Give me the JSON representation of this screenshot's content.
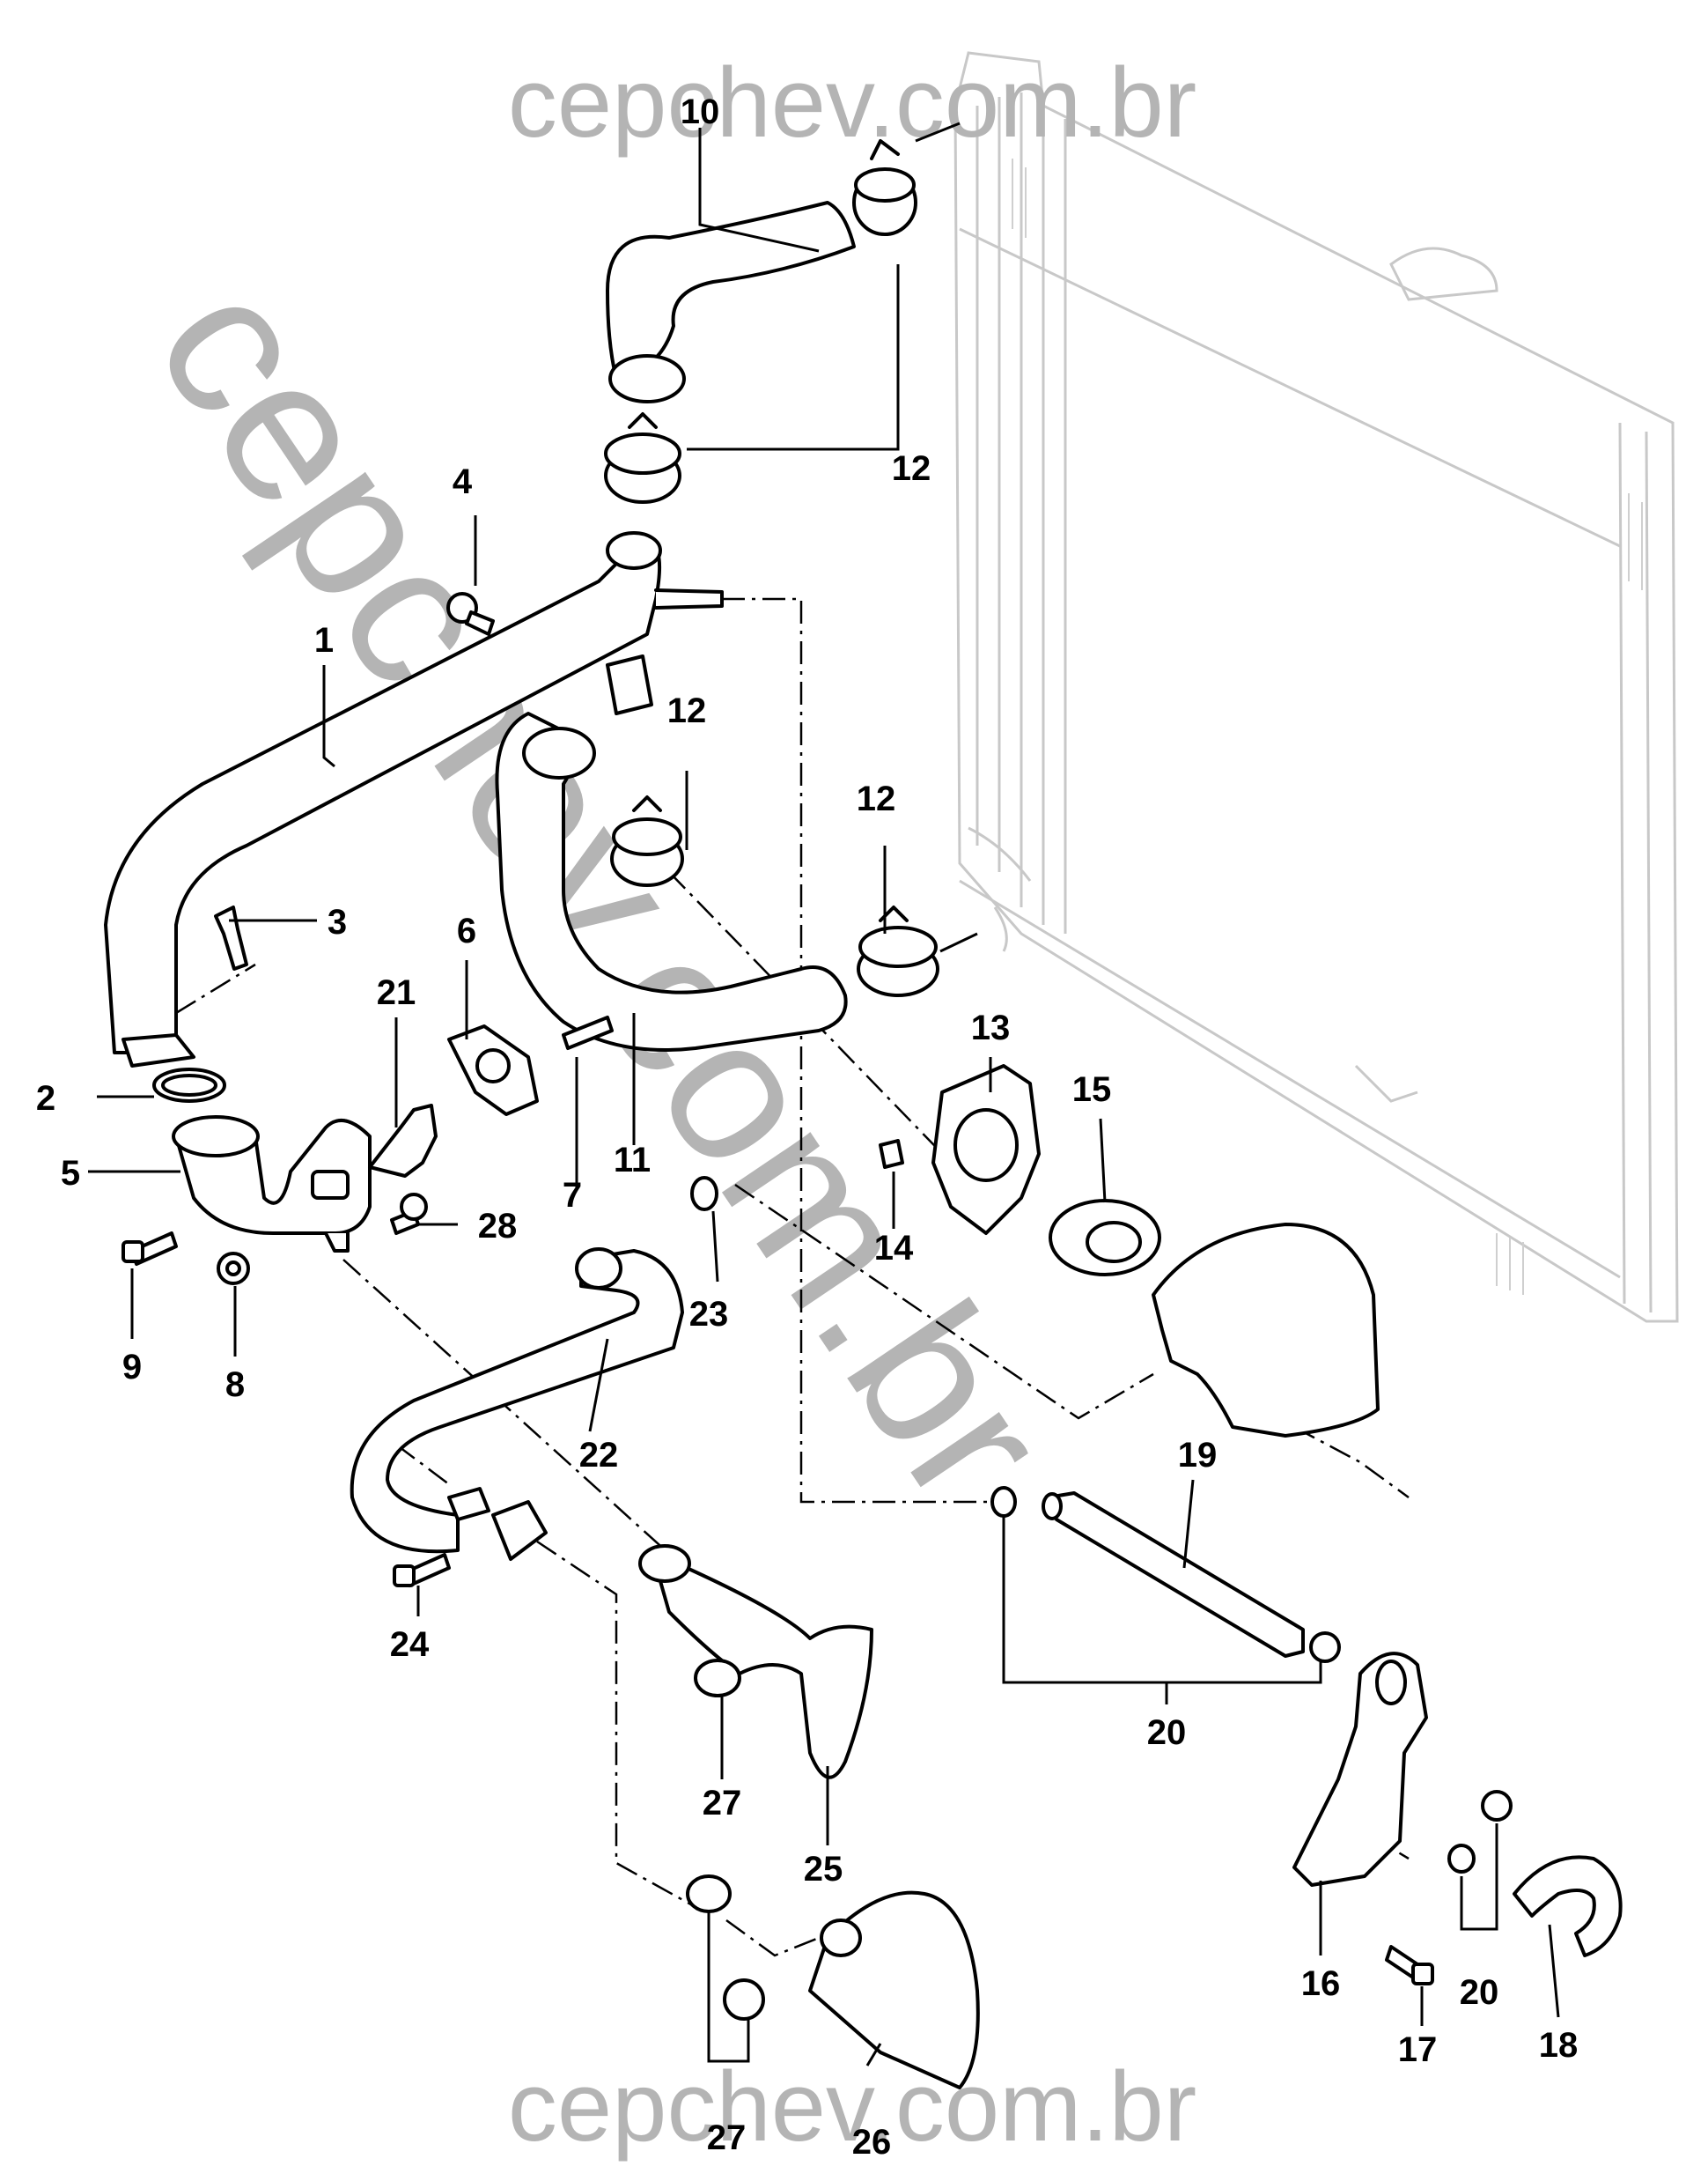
{
  "watermark": {
    "top": "cepchev.com.br",
    "diagonal": "cepchev.com.br",
    "bottom": "cepchev.com.br"
  },
  "callouts": {
    "c1": "1",
    "c2": "2",
    "c3": "3",
    "c4": "4",
    "c5": "5",
    "c6": "6",
    "c7": "7",
    "c8": "8",
    "c9": "9",
    "c10": "10",
    "c11": "11",
    "c12a": "12",
    "c12b": "12",
    "c12c": "12",
    "c13": "13",
    "c14": "14",
    "c15": "15",
    "c16": "16",
    "c17": "17",
    "c18": "18",
    "c19": "19",
    "c20a": "20",
    "c20b": "20",
    "c21": "21",
    "c22": "22",
    "c23": "23",
    "c24": "24",
    "c25": "25",
    "c26": "26",
    "c27a": "27",
    "c27b": "27",
    "c28": "28"
  }
}
